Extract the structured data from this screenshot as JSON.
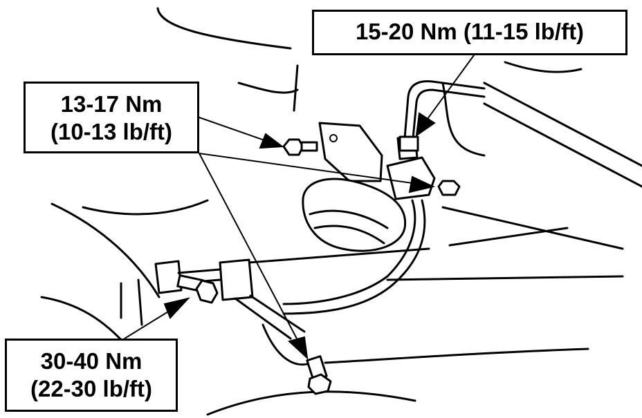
{
  "callouts": {
    "top_right": {
      "line1": "15-20 Nm (11-15 lb/ft)"
    },
    "upper_left": {
      "line1": "13-17 Nm",
      "line2": "(10-13 lb/ft)"
    },
    "lower_left": {
      "line1": "30-40 Nm",
      "line2": "(22-30 lb/ft)"
    }
  }
}
